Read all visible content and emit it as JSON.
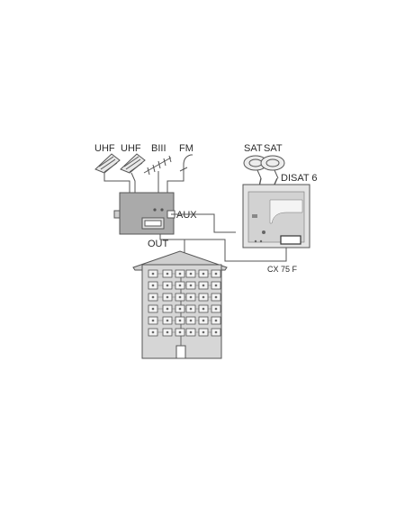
{
  "diagram": {
    "antenna_labels": [
      "UHF",
      "UHF",
      "BIII",
      "FM"
    ],
    "sat_labels": [
      "SAT",
      "SAT"
    ],
    "disat_label": "DISAT 6",
    "aux_label": "AUX",
    "out_label": "OUT",
    "cable_label": "CX 75 F"
  },
  "colors": {
    "line": "#555555",
    "fill_dark": "#a9a9a9",
    "fill_light": "#e2e2e2",
    "outlet": "#f4f4f4"
  }
}
